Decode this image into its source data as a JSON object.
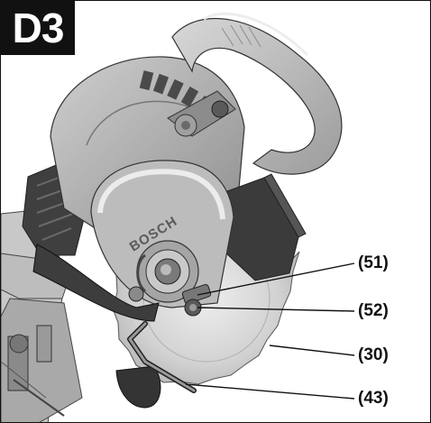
{
  "figure": {
    "id_label": "D3",
    "brand_text": "BOSCH",
    "callouts": [
      "(51)",
      "(52)",
      "(30)",
      "(43)"
    ]
  },
  "colors": {
    "badge_bg": "#111111",
    "line": "#111111",
    "metal_light": "#d9d9d9",
    "metal_mid": "#a8a8a8",
    "metal_dark": "#6e6e6e",
    "plastic_dark": "#3a3a3a"
  }
}
